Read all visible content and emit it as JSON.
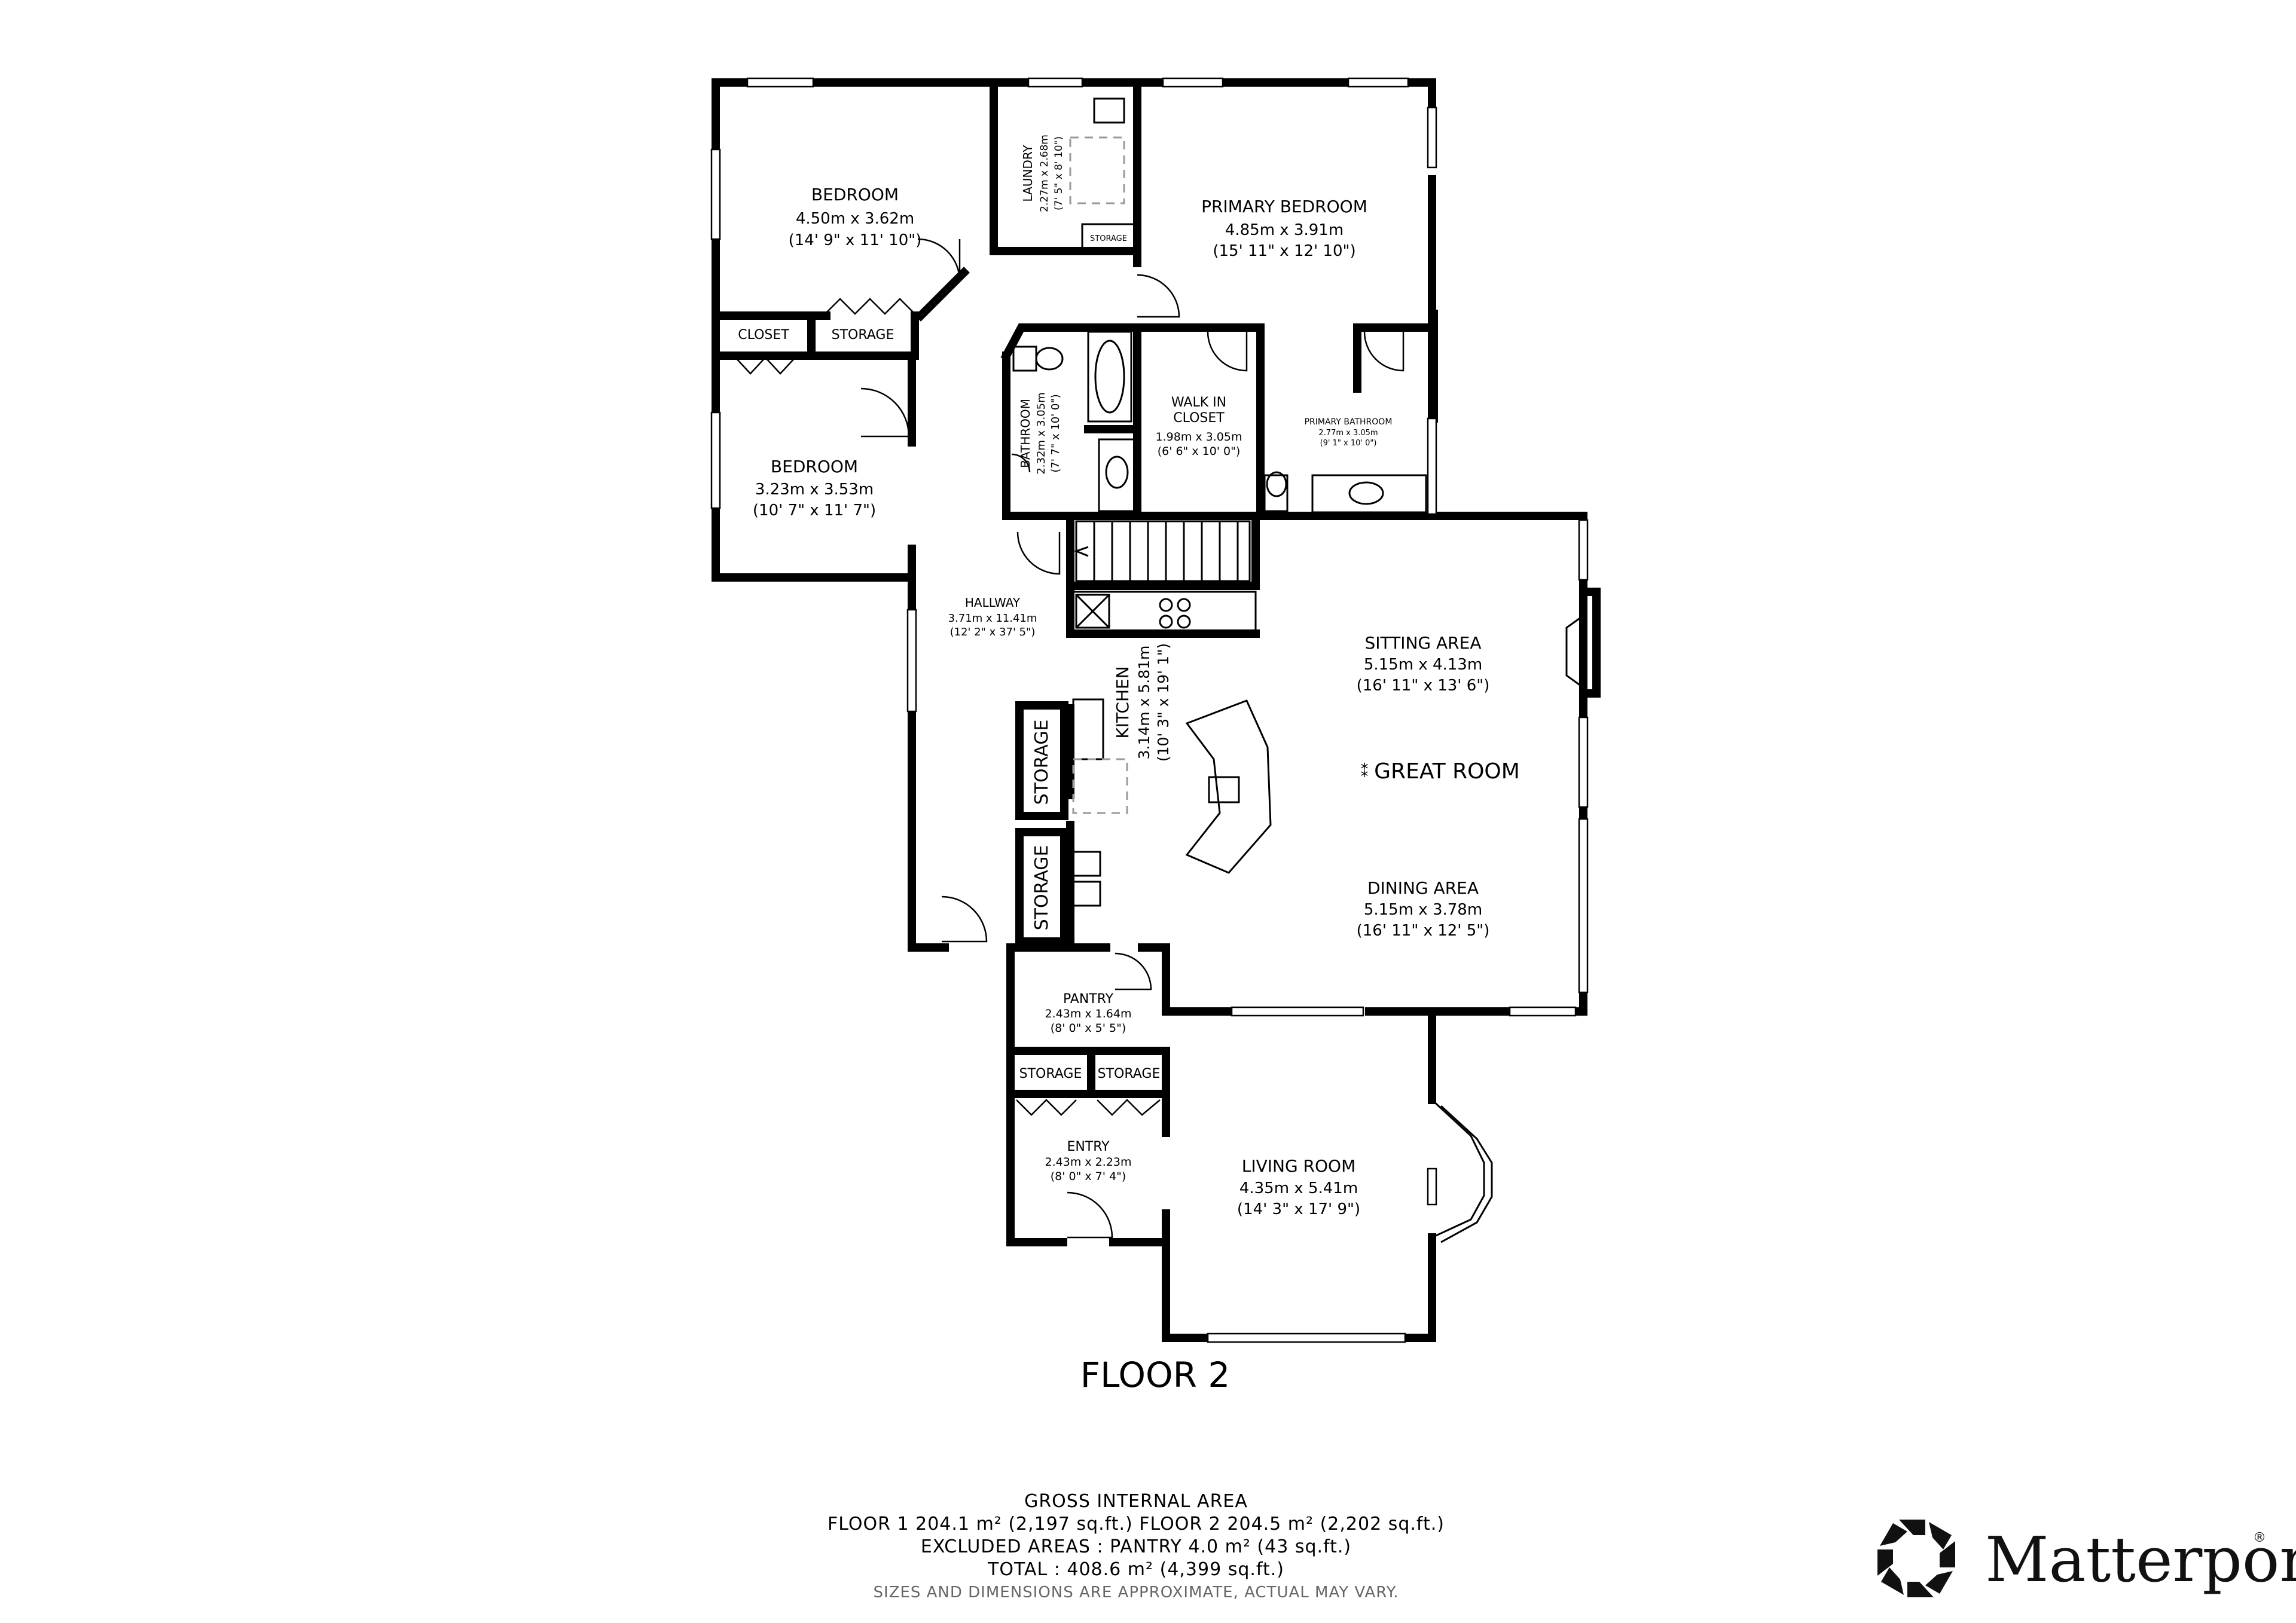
{
  "floor_title": "FLOOR 2",
  "rooms": {
    "bedroom1": {
      "name": "BEDROOM",
      "metric": "4.50m x 3.62m",
      "imperial": "(14' 9\" x 11' 10\")"
    },
    "laundry": {
      "name": "LAUNDRY",
      "metric": "2.27m x 2.68m",
      "imperial": "(7' 5\" x 8' 10\")"
    },
    "primary_bedroom": {
      "name": "PRIMARY BEDROOM",
      "metric": "4.85m x 3.91m",
      "imperial": "(15' 11\" x 12' 10\")"
    },
    "closet": {
      "name": "CLOSET"
    },
    "storage_a": {
      "name": "STORAGE"
    },
    "laundry_storage": {
      "name": "STORAGE"
    },
    "bedroom2": {
      "name": "BEDROOM",
      "metric": "3.23m x 3.53m",
      "imperial": "(10' 7\" x 11' 7\")"
    },
    "bathroom": {
      "name": "BATHROOM",
      "metric": "2.32m x 3.05m",
      "imperial": "(7' 7\" x 10' 0\")"
    },
    "walk_in_closet": {
      "name1": "WALK IN",
      "name2": "CLOSET",
      "metric": "1.98m x 3.05m",
      "imperial": "(6' 6\" x 10' 0\")"
    },
    "primary_bathroom": {
      "name": "PRIMARY BATHROOM",
      "metric": "2.77m x 3.05m",
      "imperial": "(9' 1\" x 10' 0\")"
    },
    "hallway": {
      "name": "HALLWAY",
      "metric": "3.71m x 11.41m",
      "imperial": "(12' 2\" x 37' 5\")"
    },
    "kitchen": {
      "name": "KITCHEN",
      "metric": "3.14m x 5.81m",
      "imperial": "(10' 3\" x 19' 1\")"
    },
    "sitting_area": {
      "name": "SITTING AREA",
      "metric": "5.15m x 4.13m",
      "imperial": "(16' 11\" x 13' 6\")"
    },
    "great_room": {
      "name": "GREAT ROOM"
    },
    "dining_area": {
      "name": "DINING AREA",
      "metric": "5.15m x 3.78m",
      "imperial": "(16' 11\" x 12' 5\")"
    },
    "storage_vertical_1": {
      "name": "STORAGE"
    },
    "storage_vertical_2": {
      "name": "STORAGE"
    },
    "pantry": {
      "name": "PANTRY",
      "metric": "2.43m x 1.64m",
      "imperial": "(8' 0\" x 5' 5\")"
    },
    "storage_entry_left": {
      "name": "STORAGE"
    },
    "storage_entry_right": {
      "name": "STORAGE"
    },
    "entry": {
      "name": "ENTRY",
      "metric": "2.43m x 2.23m",
      "imperial": "(8' 0\" x 7' 4\")"
    },
    "living_room": {
      "name": "LIVING ROOM",
      "metric": "4.35m x 5.41m",
      "imperial": "(14' 3\" x 17' 9\")"
    }
  },
  "footer": {
    "heading": "GROSS INTERNAL AREA",
    "line1": "FLOOR 1 204.1 m² (2,197 sq.ft.)    FLOOR 2 204.5 m² (2,202 sq.ft.)",
    "line2": "EXCLUDED AREAS :  PANTRY 4.0 m² (43 sq.ft.)",
    "line3": "TOTAL :  408.6 m² (4,399 sq.ft.)",
    "note": "SIZES AND DIMENSIONS ARE APPROXIMATE, ACTUAL MAY VARY."
  },
  "brand": {
    "name": "Matterport",
    "mark": "®"
  }
}
